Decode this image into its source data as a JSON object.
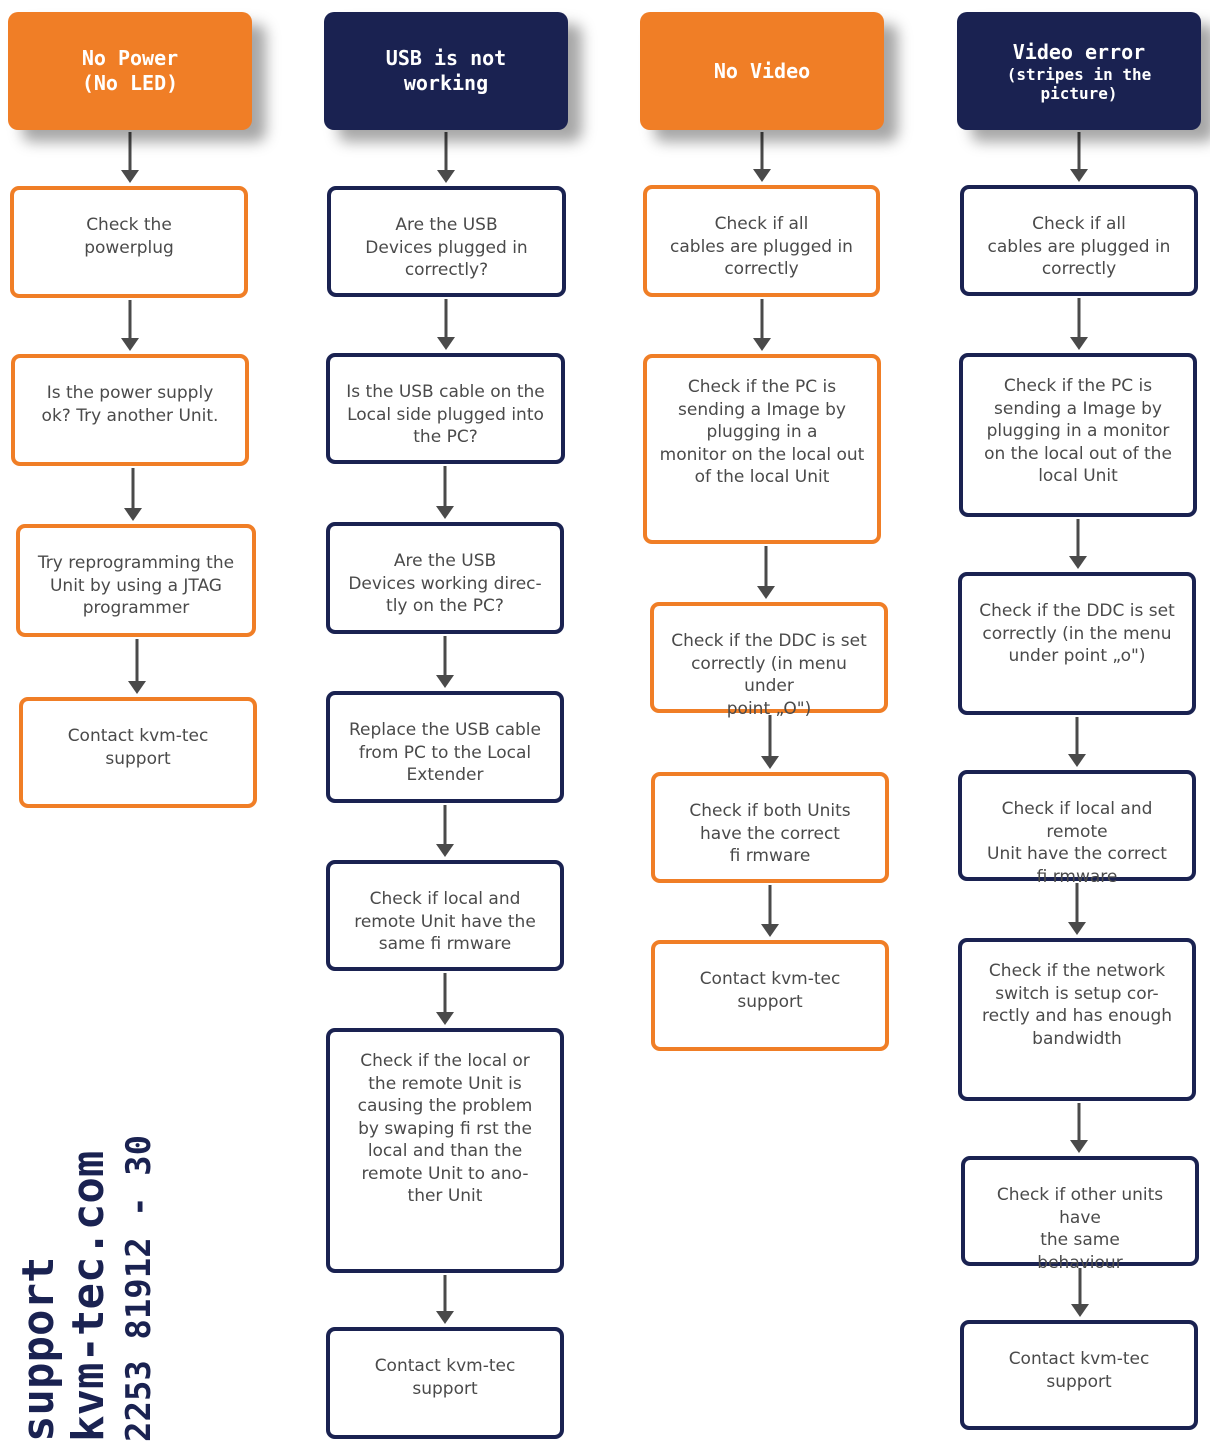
{
  "colors": {
    "orange": "#f07e26",
    "navy": "#1a2251",
    "text": "#4a4a4a",
    "arrow": "#4a4a4a"
  },
  "columns": [
    {
      "id": "no-power",
      "color": "orange",
      "title": "No Power\n(No LED)",
      "steps": [
        "Check the\npowerplug",
        "Is the power supply\nok? Try another Unit.",
        "Try reprogramming the\nUnit by using a JTAG\nprogrammer",
        "Contact kvm-tec\nsupport"
      ]
    },
    {
      "id": "usb",
      "color": "navy",
      "title": "USB is not\nworking",
      "steps": [
        "Are the USB\nDevices plugged in\ncorrectly?",
        "Is the USB cable on the\nLocal side plugged into\nthe PC?",
        "Are the USB\nDevices working direc-\ntly on the PC?",
        "Replace the USB cable\nfrom PC to the Local\nExtender",
        "Check if local and\nremote Unit have the\nsame fi rmware",
        "Check if the local or\nthe remote Unit is\ncausing the problem\nby swaping fi rst the\nlocal and than the\nremote Unit to ano-\nther Unit",
        "Contact kvm-tec\nsupport"
      ]
    },
    {
      "id": "no-video",
      "color": "orange",
      "title": "No Video",
      "steps": [
        "Check if all\ncables are plugged in\ncorrectly",
        "Check if the PC is\nsending a Image by\nplugging in a\nmonitor on the local out\nof the local Unit",
        "Check if the DDC is set\ncorrectly (in menu under\npoint „O\")",
        "Check if both Units\nhave the correct\nfi rmware",
        "Contact kvm-tec\nsupport"
      ]
    },
    {
      "id": "video-error",
      "color": "navy",
      "title": "Video error",
      "subtitle": "(stripes in the\npicture)",
      "steps": [
        "Check if all\ncables are plugged in\ncorrectly",
        "Check if the PC is\nsending a Image by\nplugging in a monitor\non the local out of the\nlocal Unit",
        "Check if the DDC is set\ncorrectly (in the menu\nunder point „o\")",
        "Check if local and remote\nUnit have the correct\nfi rmware",
        "Check if the network\nswitch is setup cor-\nrectly and has enough\nbandwidth",
        "Check if other units have\nthe same\nbehaviour",
        "Contact kvm-tec\nsupport"
      ]
    }
  ],
  "sidebar": {
    "line1": "support",
    "line2": "kvm-tec.com",
    "line3": "2253 81912 - 30"
  }
}
